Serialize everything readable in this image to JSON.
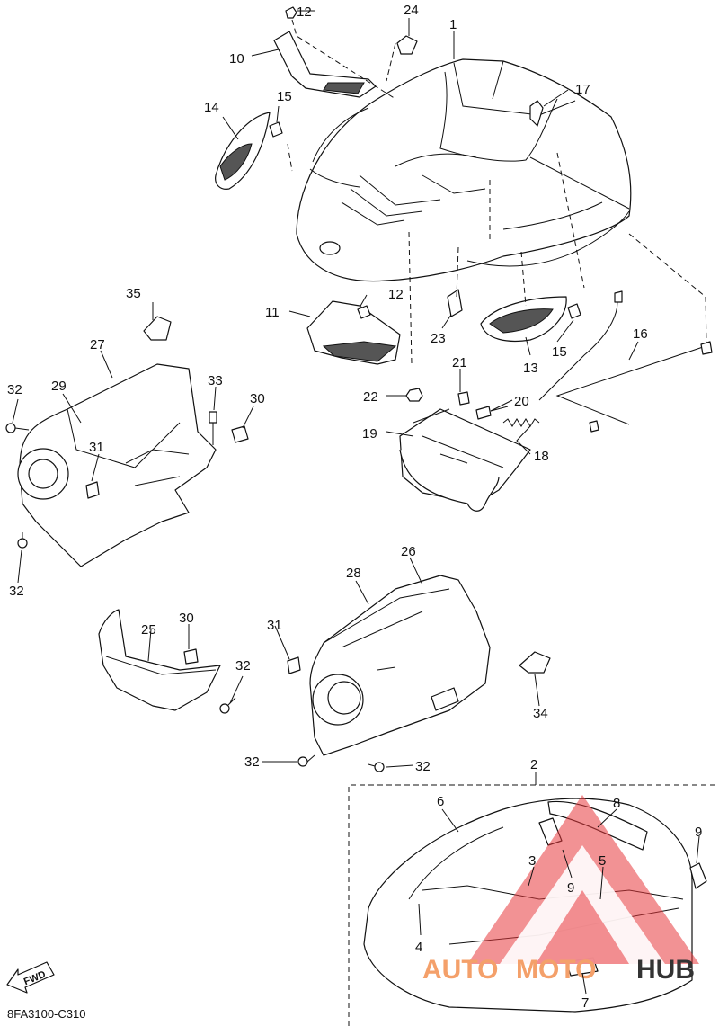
{
  "diagram_code": "8FA3100-C310",
  "fwd_label": "FWD",
  "watermark": {
    "part1": "AUTO",
    "part2": "MOTO",
    "part3": "HUB",
    "accent_color": "#e8383d"
  },
  "callouts": [
    {
      "id": "c1",
      "text": "1"
    },
    {
      "id": "c2",
      "text": "2"
    },
    {
      "id": "c3",
      "text": "3"
    },
    {
      "id": "c4",
      "text": "4"
    },
    {
      "id": "c5",
      "text": "5"
    },
    {
      "id": "c6",
      "text": "6"
    },
    {
      "id": "c7",
      "text": "7"
    },
    {
      "id": "c8",
      "text": "8"
    },
    {
      "id": "c9a",
      "text": "9"
    },
    {
      "id": "c9b",
      "text": "9"
    },
    {
      "id": "c10",
      "text": "10"
    },
    {
      "id": "c11",
      "text": "11"
    },
    {
      "id": "c12a",
      "text": "12"
    },
    {
      "id": "c12b",
      "text": "12"
    },
    {
      "id": "c13",
      "text": "13"
    },
    {
      "id": "c14",
      "text": "14"
    },
    {
      "id": "c15a",
      "text": "15"
    },
    {
      "id": "c15b",
      "text": "15"
    },
    {
      "id": "c16",
      "text": "16"
    },
    {
      "id": "c17",
      "text": "17"
    },
    {
      "id": "c18",
      "text": "18"
    },
    {
      "id": "c19",
      "text": "19"
    },
    {
      "id": "c20",
      "text": "20"
    },
    {
      "id": "c21",
      "text": "21"
    },
    {
      "id": "c22",
      "text": "22"
    },
    {
      "id": "c23",
      "text": "23"
    },
    {
      "id": "c24",
      "text": "24"
    },
    {
      "id": "c25",
      "text": "25"
    },
    {
      "id": "c26",
      "text": "26"
    },
    {
      "id": "c27",
      "text": "27"
    },
    {
      "id": "c28",
      "text": "28"
    },
    {
      "id": "c29",
      "text": "29"
    },
    {
      "id": "c30a",
      "text": "30"
    },
    {
      "id": "c30b",
      "text": "30"
    },
    {
      "id": "c31a",
      "text": "31"
    },
    {
      "id": "c31b",
      "text": "31"
    },
    {
      "id": "c32a",
      "text": "32"
    },
    {
      "id": "c32b",
      "text": "32"
    },
    {
      "id": "c32c",
      "text": "32"
    },
    {
      "id": "c32d",
      "text": "32"
    },
    {
      "id": "c32e",
      "text": "32"
    },
    {
      "id": "c33",
      "text": "33"
    },
    {
      "id": "c34",
      "text": "34"
    },
    {
      "id": "c35",
      "text": "35"
    }
  ]
}
